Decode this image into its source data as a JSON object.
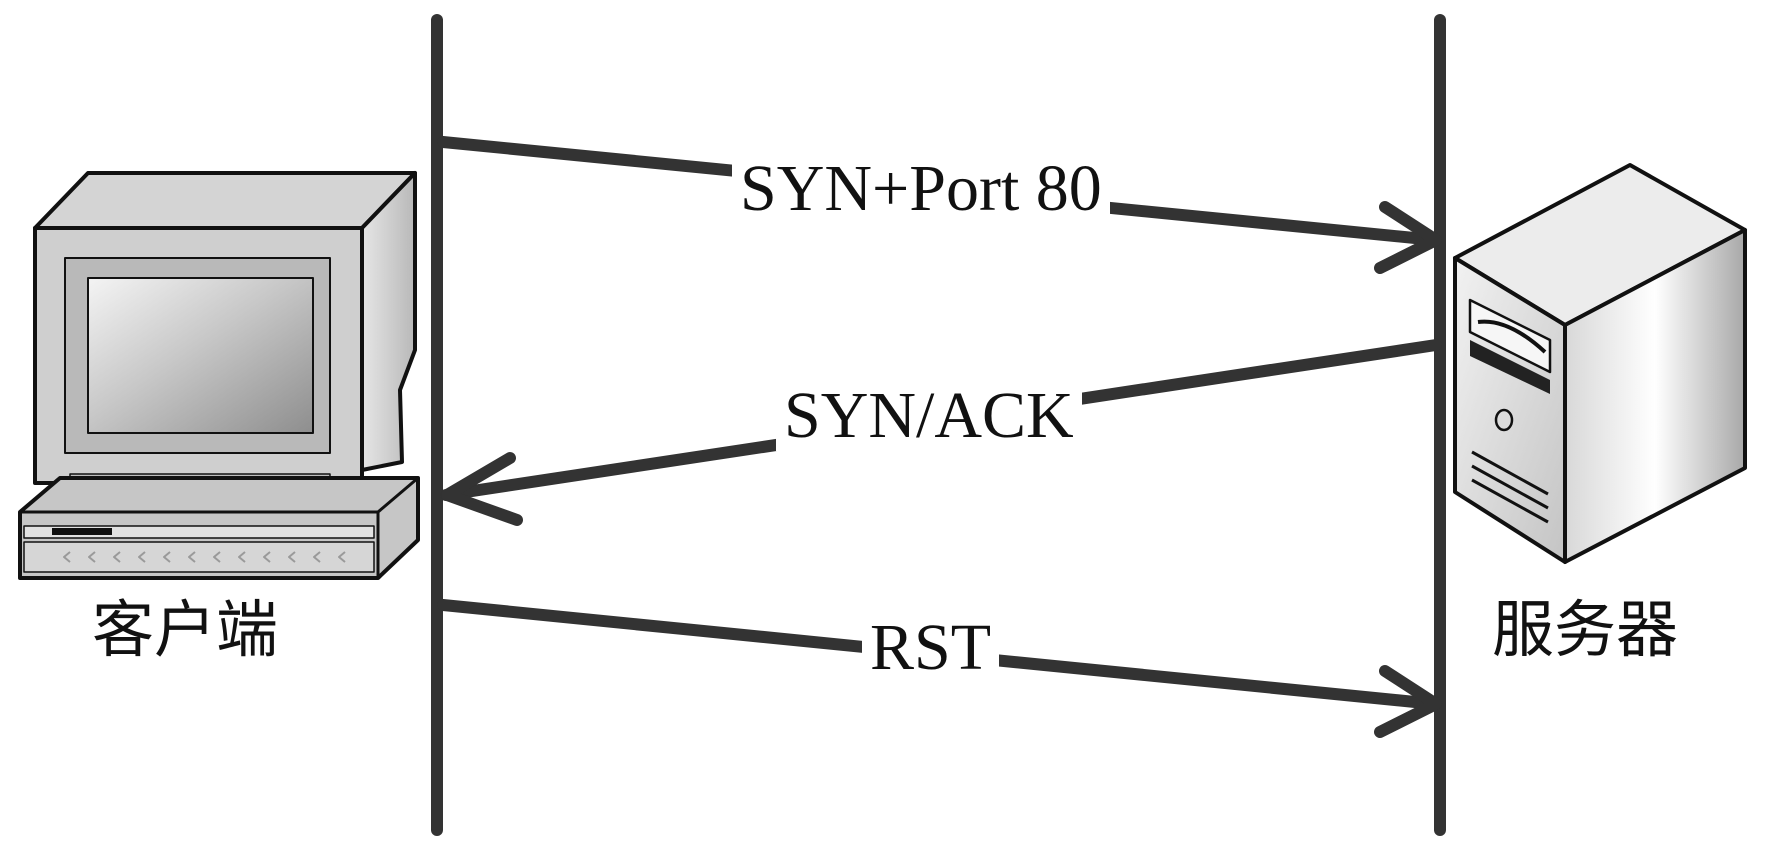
{
  "nodes": {
    "client": {
      "label": "客户端",
      "icon": "desktop-computer-icon"
    },
    "server": {
      "label": "服务器",
      "icon": "tower-server-icon"
    }
  },
  "messages": [
    {
      "label": "SYN+Port 80",
      "from": "client",
      "to": "server"
    },
    {
      "label": "SYN/ACK",
      "from": "server",
      "to": "client"
    },
    {
      "label": "RST",
      "from": "client",
      "to": "server"
    }
  ],
  "colors": {
    "line": "#333333",
    "background": "#ffffff"
  }
}
